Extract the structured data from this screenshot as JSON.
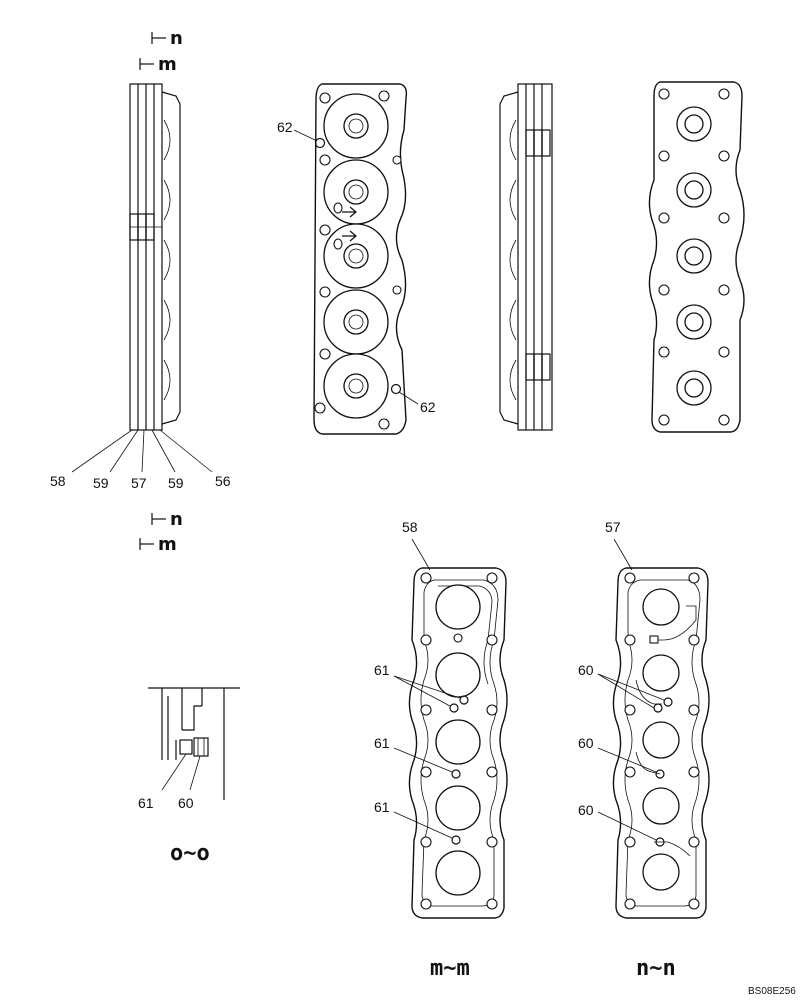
{
  "markers": {
    "top_n": "n",
    "top_m": "m",
    "mid_n": "n",
    "mid_m": "m"
  },
  "callouts": {
    "side_view": [
      "58",
      "59",
      "57",
      "59",
      "56"
    ],
    "front_upper": "62",
    "front_lower": "62",
    "gasket_m_ref": "58",
    "gasket_n_ref": "57",
    "gasket_m_seals": [
      "61",
      "61",
      "61"
    ],
    "gasket_n_seals": [
      "60",
      "60",
      "60"
    ],
    "detail_left": "61",
    "detail_right": "60"
  },
  "section_labels": {
    "detail": "o~o",
    "gasket_m": "m~m",
    "gasket_n": "n~n"
  },
  "drawing_code": "BS08E256"
}
